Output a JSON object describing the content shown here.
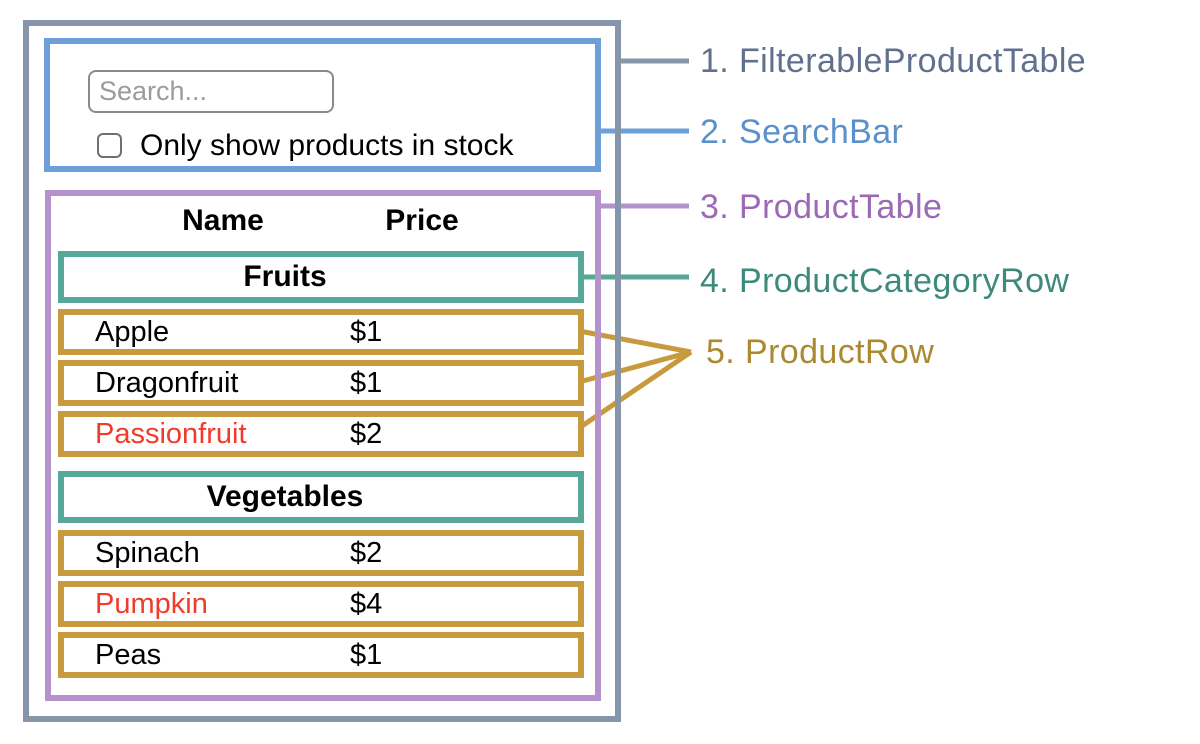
{
  "colors": {
    "outer": "#8695aa",
    "searchbar": "#6e9fd9",
    "producttable": "#b592cc",
    "categoryrow": "#57a79a",
    "productrow": "#c79b3d",
    "outofstock": "#f23a2b",
    "label1": "#61708c",
    "label2": "#5a91ca",
    "label3": "#9c6ab5",
    "label4": "#3d8a7d",
    "label5": "#aa8931",
    "input-border": "#8a8a8a",
    "placeholder": "#9b9b9b",
    "checkbox-border": "#6f6f6f"
  },
  "search_bar": {
    "input_placeholder": "Search...",
    "checkbox_label": "Only show products in stock",
    "checkbox_checked": false
  },
  "table": {
    "headers": {
      "name": "Name",
      "price": "Price"
    },
    "sections": [
      {
        "category": "Fruits",
        "rows": [
          {
            "name": "Apple",
            "price": "$1",
            "out_of_stock": false
          },
          {
            "name": "Dragonfruit",
            "price": "$1",
            "out_of_stock": false
          },
          {
            "name": "Passionfruit",
            "price": "$2",
            "out_of_stock": true
          }
        ]
      },
      {
        "category": "Vegetables",
        "rows": [
          {
            "name": "Spinach",
            "price": "$2",
            "out_of_stock": false
          },
          {
            "name": "Pumpkin",
            "price": "$4",
            "out_of_stock": true
          },
          {
            "name": "Peas",
            "price": "$1",
            "out_of_stock": false
          }
        ]
      }
    ]
  },
  "legend": [
    {
      "label": "1. FilterableProductTable"
    },
    {
      "label": "2. SearchBar"
    },
    {
      "label": "3. ProductTable"
    },
    {
      "label": "4. ProductCategoryRow"
    },
    {
      "label": "5. ProductRow"
    }
  ]
}
